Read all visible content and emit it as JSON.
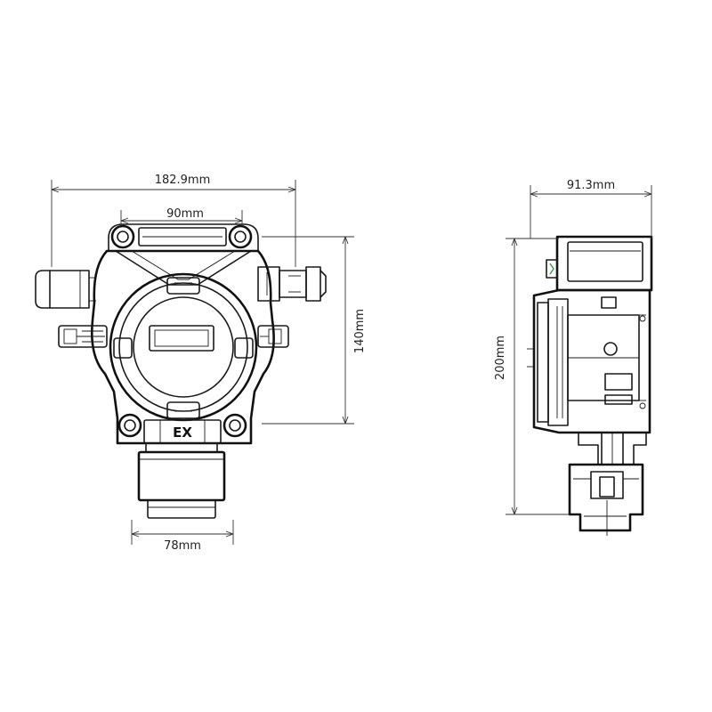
{
  "dimensions": {
    "front_width": "182.9mm",
    "front_top": "90mm",
    "front_height": "140mm",
    "front_bottom": "78mm",
    "side_width": "91.3mm",
    "side_height": "200mm"
  },
  "housing": {
    "marking": "EX"
  },
  "colors": {
    "line": "#1a1a1a",
    "indicator": "#2e9a4a"
  }
}
